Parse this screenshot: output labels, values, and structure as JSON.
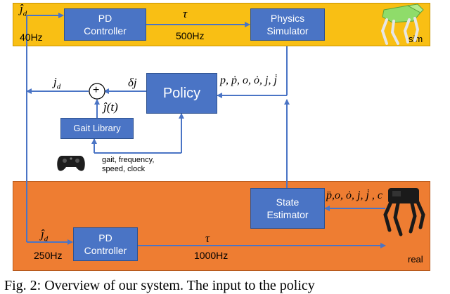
{
  "bands": {
    "sim_label": "sim",
    "real_label": "real"
  },
  "boxes": {
    "pd_sim": "PD\nController",
    "physics": "Physics\nSimulator",
    "policy": "Policy",
    "gait_library": "Gait Library",
    "state_estimator": "State\nEstimator",
    "pd_real": "PD\nController"
  },
  "labels": {
    "jd_sim": "ĵ",
    "jd_sim_sub": "d",
    "rate_40": "40Hz",
    "tau_sim": "τ",
    "rate_500": "500Hz",
    "jd_mid": "j",
    "jd_mid_sub": "d",
    "delta_j": "δj",
    "sum_plus": "+",
    "j_hat_t": "ĵ(t)",
    "obs_sim": "p, ṗ, o, ȯ, j, j̇",
    "obs_real": "p̈,o, ȯ, j, j̇ , c",
    "commands": "gait, frequency,\nspeed, clock",
    "jd_real": "ĵ",
    "jd_real_sub": "d",
    "rate_250": "250Hz",
    "tau_real": "τ",
    "rate_1000": "1000Hz"
  },
  "caption": "Fig. 2: Overview of our system. The input to the policy",
  "colors": {
    "sim_band": "#f9bf14",
    "real_band": "#ee7d32",
    "box_fill": "#4a74c5",
    "wire": "#4a74c5"
  },
  "icons": {
    "robot_sim": "robot-sim-icon",
    "robot_real": "robot-real-icon",
    "gamepad": "gamepad-icon"
  }
}
